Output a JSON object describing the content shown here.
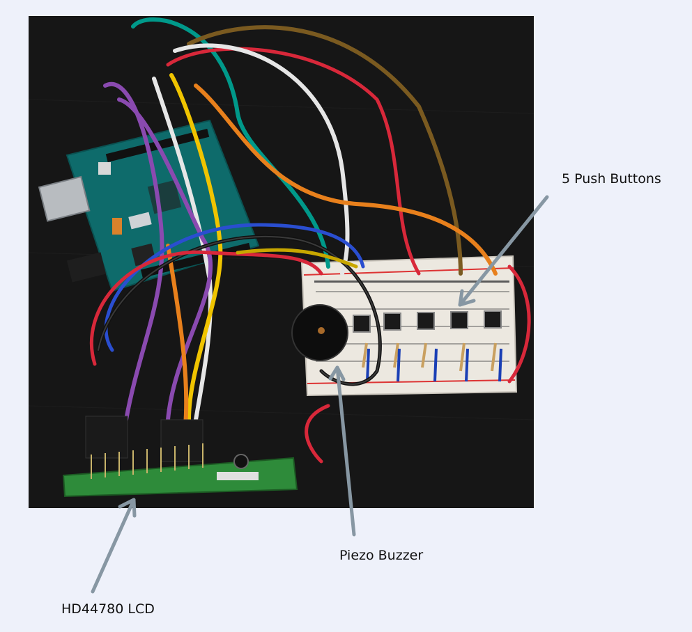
{
  "labels": {
    "buttons": "5 Push Buttons",
    "buzzer": "Piezo Buzzer",
    "lcd": "HD44780 LCD"
  },
  "colors": {
    "background": "#eef1fa",
    "photo_bg": "#151515",
    "arrow": "#8797a3",
    "board": "#0e6b6b",
    "breadboard": "#ece8e0",
    "lcd_pcb": "#2e8b3a"
  }
}
